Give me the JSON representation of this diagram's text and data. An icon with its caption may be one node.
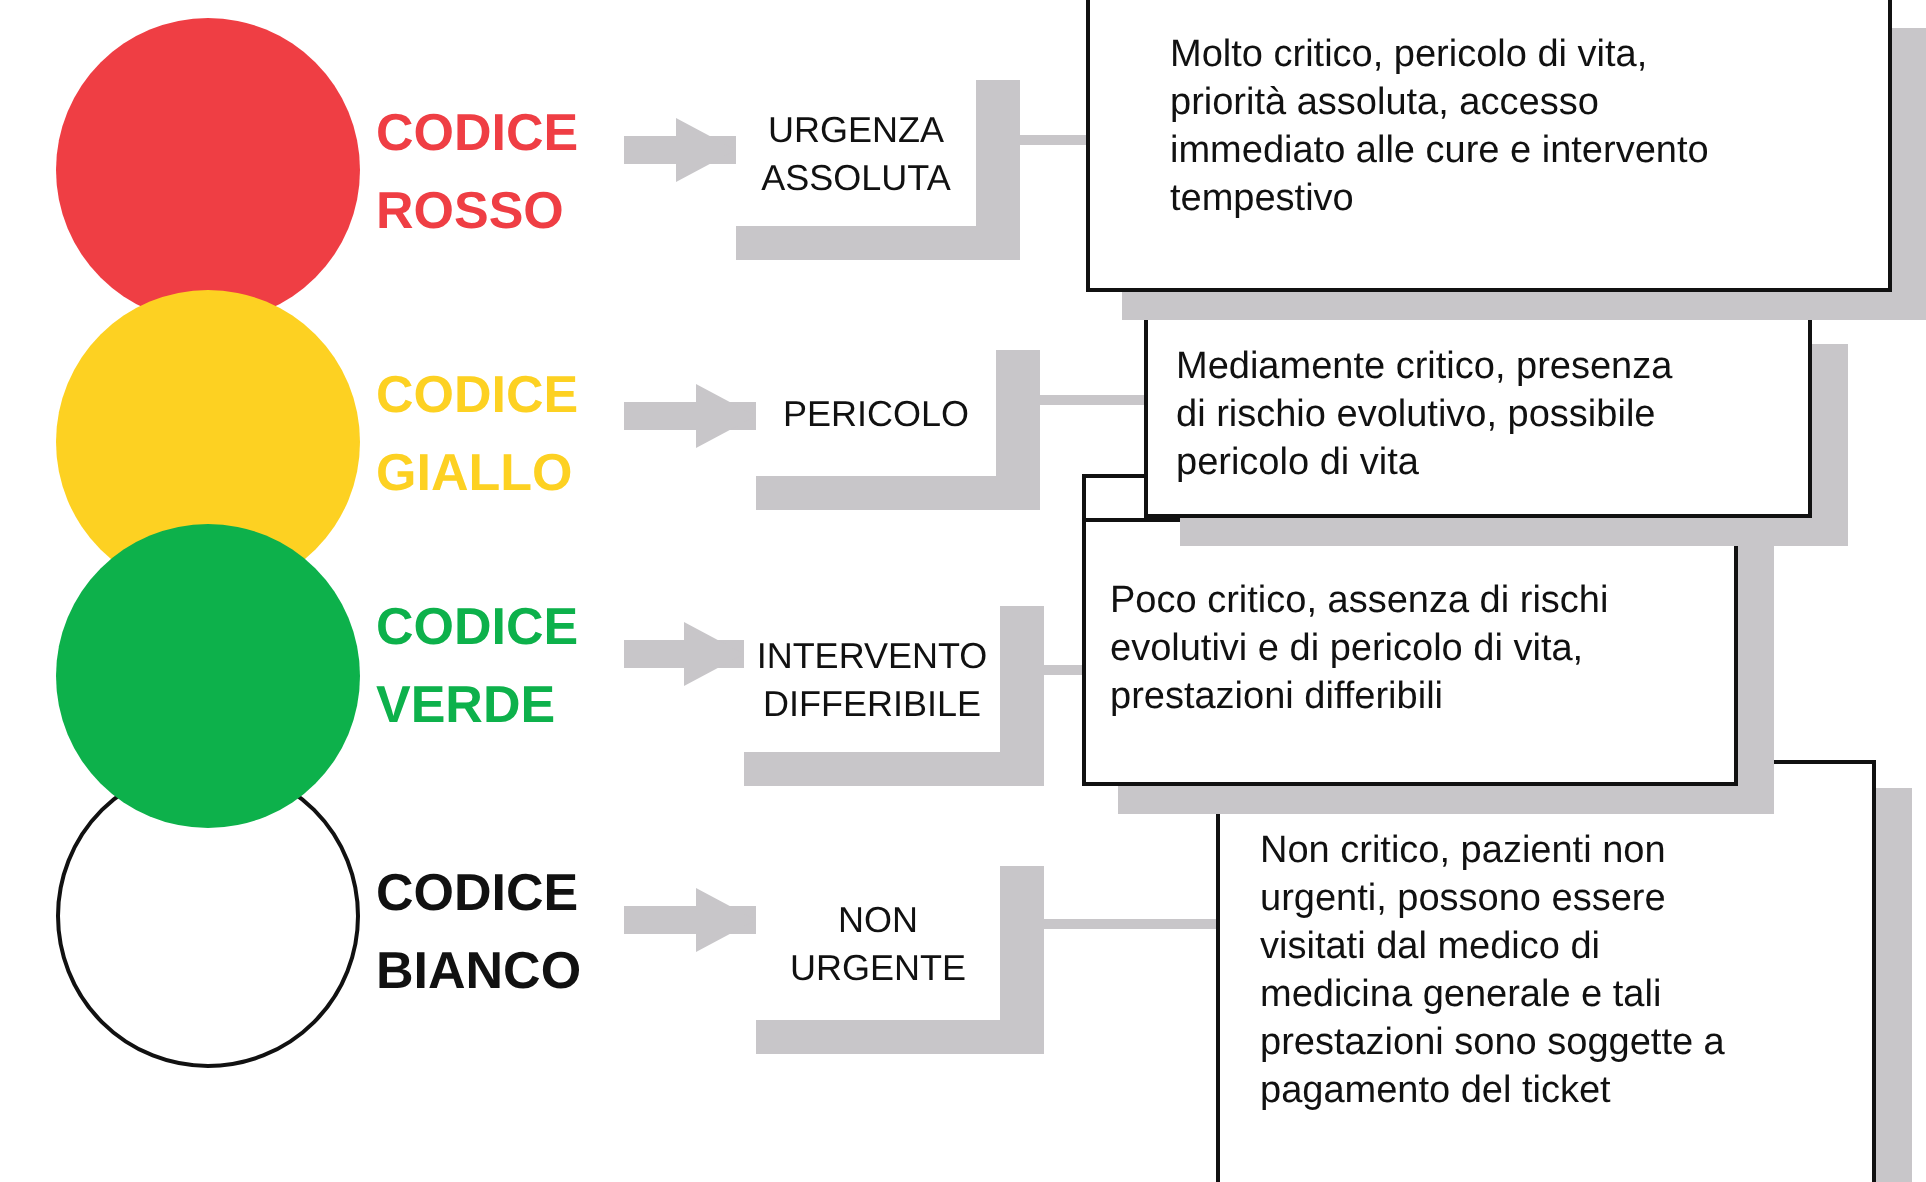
{
  "diagram": {
    "nodes": [
      {
        "text": [
          "CODICE ROSSO"
        ]
      },
      {
        "text": [
          "URGENZA ASSOLUTA"
        ]
      },
      {
        "text": [
          "Molto critico, pericolo di vita, priorità assoluta, accesso immediato alle cure e intervento tempestivo"
        ]
      },
      {
        "text": [
          "CODICE GIALLO"
        ]
      },
      {
        "text": [
          "PERICOLO"
        ]
      },
      {
        "text": [
          "Mediamente critico, presenza di rischio evolutivo, possibile pericolo di vita"
        ]
      },
      {
        "text": [
          "CODICE VERDE"
        ]
      },
      {
        "text": [
          "INTERVENTO DIFFERIBILE"
        ]
      },
      {
        "text": [
          "Poco critico, assenza di rischi evolutivi e di pericolo di vita, prestazioni differibili"
        ]
      },
      {
        "text": [
          "CODICE BIANCO"
        ]
      },
      {
        "text": [
          "NON URGENTE"
        ]
      },
      {
        "text": [
          "Non critico, pazienti non urgenti, possono essere visitati dal medico di medicina generale e tali prestazioni sono soggette a pagamento del ticket"
        ]
      }
    ],
    "edges": [
      {
        "from": 0,
        "to": 1,
        "arrow": "to",
        "style": "thick"
      },
      {
        "from": 1,
        "to": 2,
        "arrow": "none"
      },
      {
        "from": 3,
        "to": 4,
        "arrow": "to",
        "style": "thick"
      },
      {
        "from": 4,
        "to": 5,
        "arrow": "none"
      },
      {
        "from": 6,
        "to": 7,
        "arrow": "to",
        "style": "thick"
      },
      {
        "from": 7,
        "to": 8,
        "arrow": "none"
      },
      {
        "from": 9,
        "to": 10,
        "arrow": "to",
        "style": "thick"
      },
      {
        "from": 10,
        "to": 11,
        "arrow": "none"
      }
    ]
  }
}
